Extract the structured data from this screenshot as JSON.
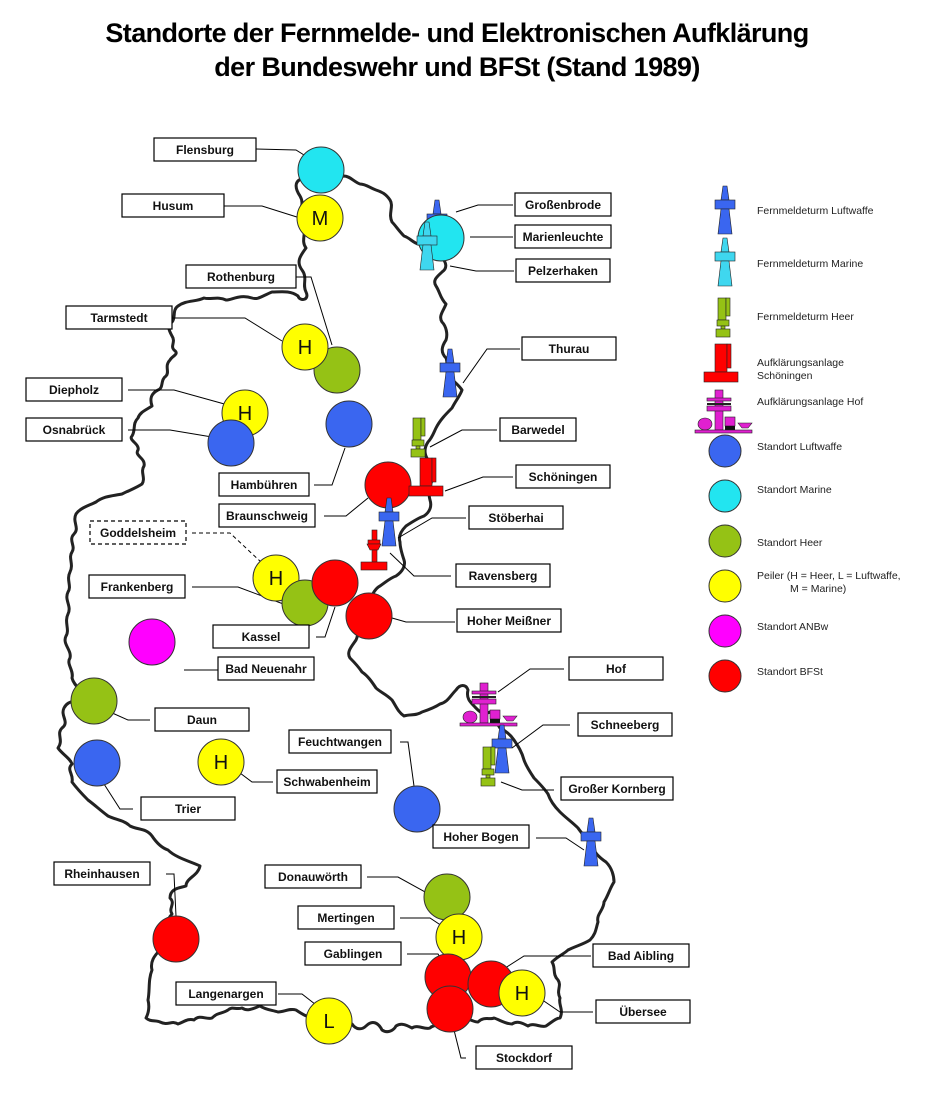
{
  "title": {
    "line1": "Standorte der Fernmelde- und Elektronischen Aufklärung",
    "line2": "der Bundeswehr und BFSt  (Stand 1989)"
  },
  "colors": {
    "luftwaffe": "#3a66f0",
    "marine": "#22e5f0",
    "marine_tower": "#3fd7ef",
    "heer": "#95c215",
    "peiler": "#ffff00",
    "anbw": "#ff00ff",
    "anbw_structure": "#e020d0",
    "bfst": "#ff0000"
  },
  "legend": [
    {
      "symbol": "tower-luftwaffe",
      "label": "Fernmeldeturm Luftwaffe"
    },
    {
      "symbol": "tower-marine",
      "label": "Fernmeldeturm Marine"
    },
    {
      "symbol": "tower-heer",
      "label": "Fernmeldeturm Heer"
    },
    {
      "symbol": "facility-schoeningen",
      "label": "Aufklärungsanlage",
      "label2": "Schöningen"
    },
    {
      "symbol": "facility-hof",
      "label": "Aufklärungsanlage Hof"
    },
    {
      "symbol": "circle-luftwaffe",
      "label": "Standort Luftwaffe"
    },
    {
      "symbol": "circle-marine",
      "label": "Standort Marine"
    },
    {
      "symbol": "circle-heer",
      "label": "Standort Heer"
    },
    {
      "symbol": "circle-peiler",
      "label": "Peiler  (H = Heer, L = Luftwaffe,",
      "label2": "M = Marine)"
    },
    {
      "symbol": "circle-anbw",
      "label": "Standort ANBw"
    },
    {
      "symbol": "circle-bfst",
      "label": "Standort BFSt"
    }
  ],
  "locations": [
    {
      "name": "Flensburg",
      "type": "circle-marine"
    },
    {
      "name": "Husum",
      "type": "circle-peiler",
      "letter": "M"
    },
    {
      "name": "Rothenburg",
      "type": "circle-heer"
    },
    {
      "name": "Tarmstedt",
      "type": "circle-peiler",
      "letter": "H"
    },
    {
      "name": "Diepholz",
      "type": "circle-peiler",
      "letter": "H"
    },
    {
      "name": "Osnabrück",
      "type": "circle-luftwaffe"
    },
    {
      "name": "Hambühren",
      "type": "circle-luftwaffe"
    },
    {
      "name": "Braunschweig",
      "type": "circle-bfst"
    },
    {
      "name": "Goddelsheim",
      "type": "circle-peiler",
      "letter": "H",
      "dashed": true
    },
    {
      "name": "Frankenberg",
      "type": "circle-heer"
    },
    {
      "name": "Kassel",
      "type": "circle-bfst"
    },
    {
      "name": "Bad Neuenahr",
      "type": "circle-anbw"
    },
    {
      "name": "Daun",
      "type": "circle-heer"
    },
    {
      "name": "Trier",
      "type": "circle-luftwaffe"
    },
    {
      "name": "Schwabenheim",
      "type": "circle-peiler",
      "letter": "H"
    },
    {
      "name": "Feuchtwangen",
      "type": "circle-luftwaffe"
    },
    {
      "name": "Rheinhausen",
      "type": "circle-bfst"
    },
    {
      "name": "Donauwörth",
      "type": "circle-heer"
    },
    {
      "name": "Mertingen",
      "type": "circle-peiler",
      "letter": "H"
    },
    {
      "name": "Gablingen",
      "type": "circle-bfst"
    },
    {
      "name": "Langenargen",
      "type": "circle-peiler",
      "letter": "L"
    },
    {
      "name": "Stockdorf",
      "type": "circle-bfst"
    },
    {
      "name": "Bad Aibling",
      "type": "circle-bfst"
    },
    {
      "name": "Übersee",
      "type": "circle-peiler",
      "letter": "H"
    },
    {
      "name": "Großenbrode",
      "type": "tower-luftwaffe"
    },
    {
      "name": "Marienleuchte",
      "type": "circle-marine"
    },
    {
      "name": "Pelzerhaken",
      "type": "tower-marine"
    },
    {
      "name": "Thurau",
      "type": "tower-luftwaffe"
    },
    {
      "name": "Barwedel",
      "type": "tower-heer"
    },
    {
      "name": "Schöningen",
      "type": "facility-schoeningen"
    },
    {
      "name": "Stöberhai",
      "type": "tower-luftwaffe"
    },
    {
      "name": "Ravensberg",
      "type": "tower-bfst"
    },
    {
      "name": "Hoher Meißner",
      "type": "circle-bfst"
    },
    {
      "name": "Hof",
      "type": "facility-hof"
    },
    {
      "name": "Schneeberg",
      "type": "tower-luftwaffe"
    },
    {
      "name": "Großer Kornberg",
      "type": "tower-heer"
    },
    {
      "name": "Hoher Bogen",
      "type": "tower-luftwaffe"
    }
  ]
}
